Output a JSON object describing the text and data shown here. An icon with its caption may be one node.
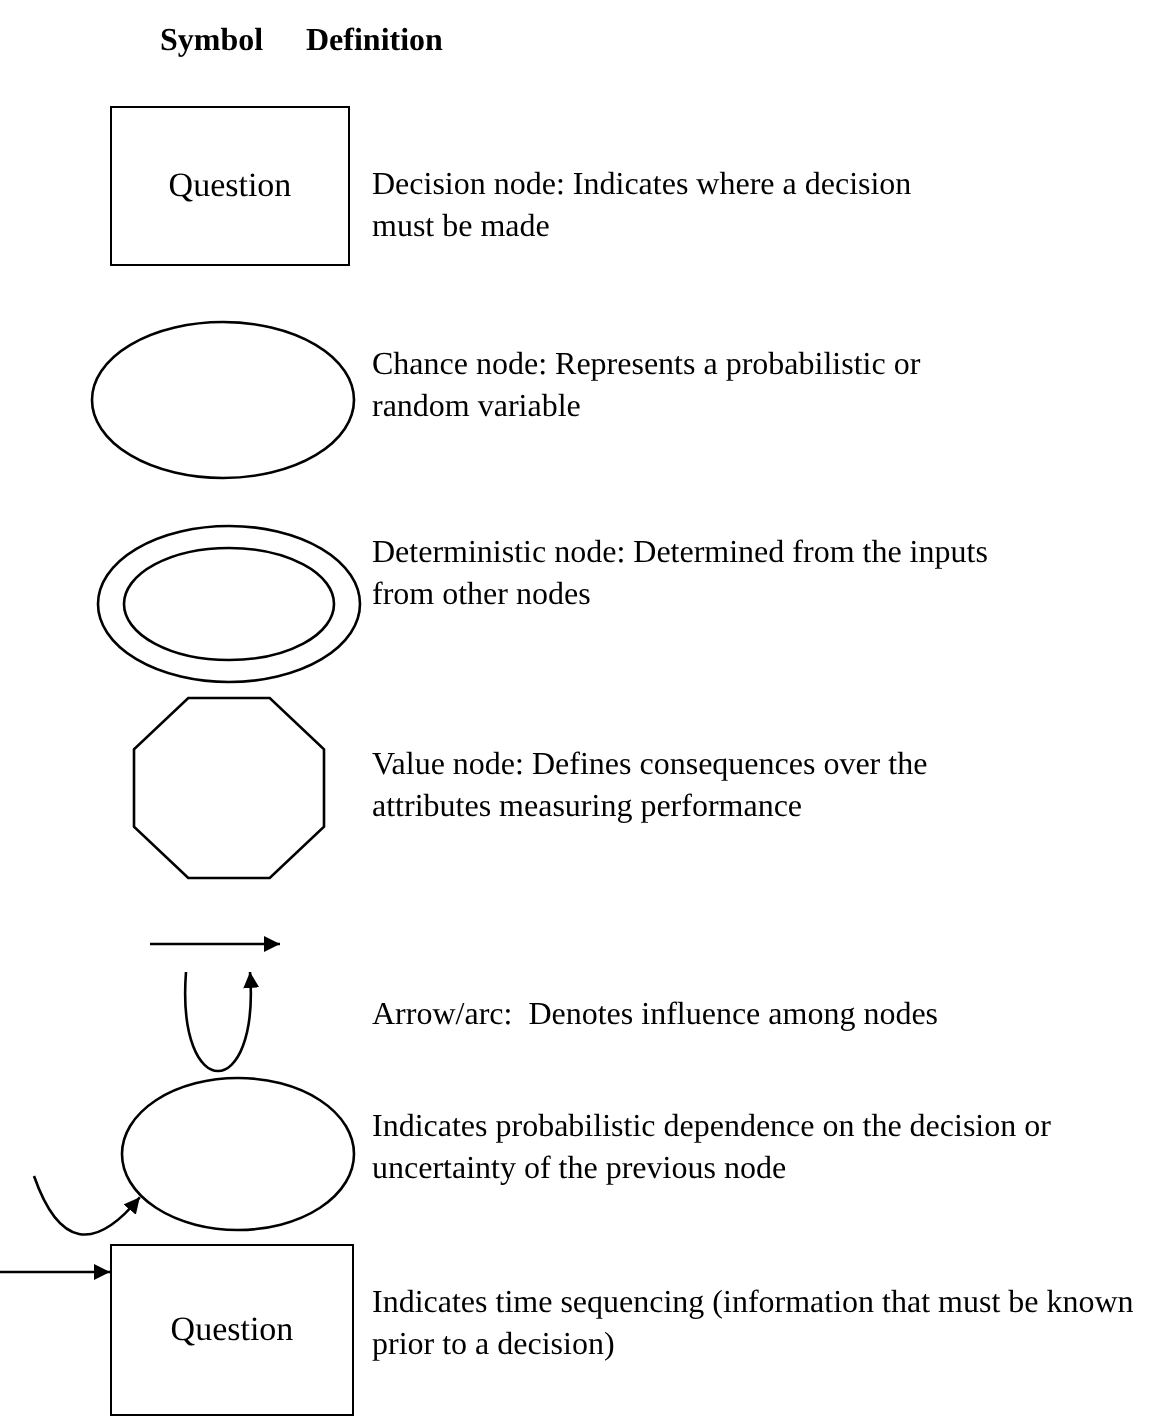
{
  "diagram": {
    "nodes": [
      {
        "text": [
          "Question"
        ]
      },
      {
        "text": [],
        "shape": "ellipse"
      },
      {
        "text": [],
        "shape": "double-ellipse"
      },
      {
        "text": [],
        "shape": "octagon"
      },
      {
        "text": [],
        "shape": "ellipse"
      },
      {
        "text": [
          "Question"
        ]
      }
    ],
    "edges": [
      {
        "from": null,
        "to": 4,
        "arrow": "to"
      },
      {
        "from": null,
        "to": 5,
        "arrow": "to"
      }
    ],
    "labels": [
      "Symbol",
      "Definition",
      "Decision node: Indicates where a decision must be made",
      "Chance node: Represents a probabilistic or random variable",
      "Deterministic node: Determined from the inputs from other nodes",
      "Value node: Defines consequences over the attributes measuring performance",
      "Arrow/arc:  Denotes influence among nodes",
      "Indicates probabilistic dependence on the decision or uncertainty of the previous node",
      "Indicates time sequencing (information that must be known prior to a decision)"
    ]
  }
}
